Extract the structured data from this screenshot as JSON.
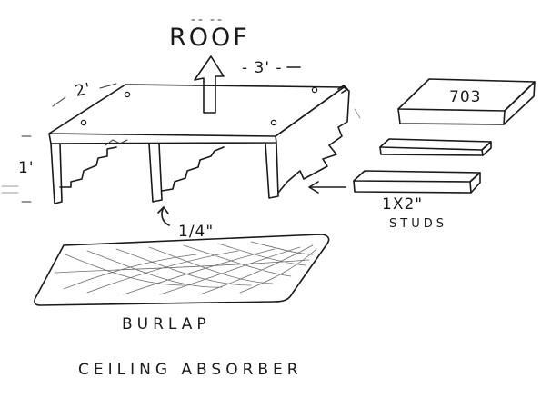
{
  "labels": {
    "title": "ROOF",
    "dim_length": "- 3' -",
    "dim_width": "2'",
    "dim_height": "1'",
    "stud_spacing": "1/4\"",
    "panel_label": "703",
    "studs_size": "1X2\"",
    "studs_word": "STUDS",
    "burlap": "BURLAP",
    "caption": "CEILING ABSORBER"
  }
}
